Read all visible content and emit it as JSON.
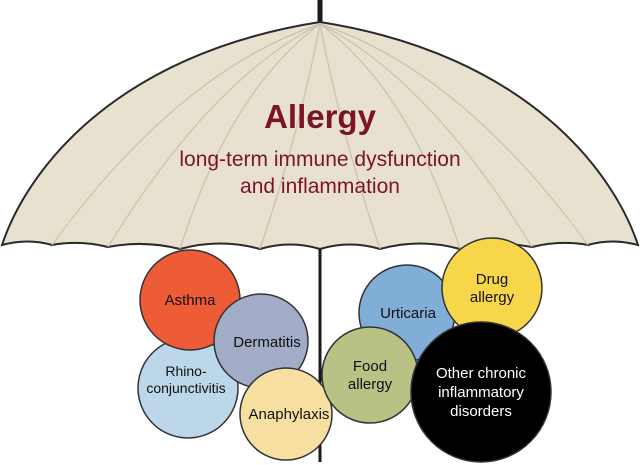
{
  "title": "Allergy",
  "subtitle_line1": "long-term immune dysfunction",
  "subtitle_line2": "and inflammation",
  "colors": {
    "canopy": "#e8e1cf",
    "canopy_stroke": "#2a2a2a",
    "title": "#7b1426",
    "asthma": "#ee5b37",
    "dermatitis": "#a2acc6",
    "rhino": "#bcd7ea",
    "anaphylaxis": "#f6dfa1",
    "food": "#b9c184",
    "urticaria": "#80aed6",
    "drug": "#f7d64a",
    "other": "#000000"
  },
  "conditions": {
    "asthma": "Asthma",
    "dermatitis": "Dermatitis",
    "rhino_line1": "Rhino-",
    "rhino_line2": "conjunctivitis",
    "anaphylaxis": "Anaphylaxis",
    "food_line1": "Food",
    "food_line2": "allergy",
    "urticaria": "Urticaria",
    "drug_line1": "Drug",
    "drug_line2": "allergy",
    "other_line1": "Other chronic",
    "other_line2": "inflammatory",
    "other_line3": "disorders"
  }
}
